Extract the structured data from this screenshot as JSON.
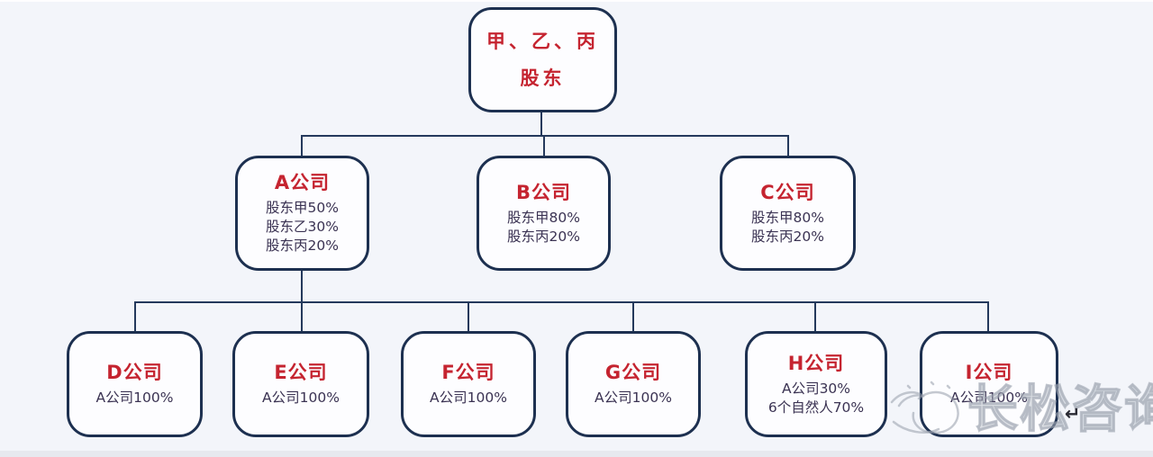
{
  "nodes": {
    "root": {
      "line1": "甲、乙、丙",
      "line2": "股东"
    },
    "A": {
      "title": "A公司",
      "line1": "股东甲50%",
      "line2": "股东乙30%",
      "line3": "股东丙20%"
    },
    "B": {
      "title": "B公司",
      "line1": "股东甲80%",
      "line2": "股东丙20%"
    },
    "C": {
      "title": "C公司",
      "line1": "股东甲80%",
      "line2": "股东丙20%"
    },
    "D": {
      "title": "D公司",
      "line1": "A公司100%"
    },
    "E": {
      "title": "E公司",
      "line1": "A公司100%"
    },
    "F": {
      "title": "F公司",
      "line1": "A公司100%"
    },
    "G": {
      "title": "G公司",
      "line1": "A公司100%"
    },
    "H": {
      "title": "H公司",
      "line1": "A公司30%",
      "line2": "6个自然人70%"
    },
    "I": {
      "title": "I公司",
      "line1": "A公司100%"
    }
  },
  "watermark": {
    "brand": "长松咨询",
    "return_mark": "↵"
  },
  "colors": {
    "background": "#f3f5fa",
    "box_border": "#1d3050",
    "connector": "#24395c",
    "title_red": "#c52430",
    "body_text": "#3b3353"
  }
}
